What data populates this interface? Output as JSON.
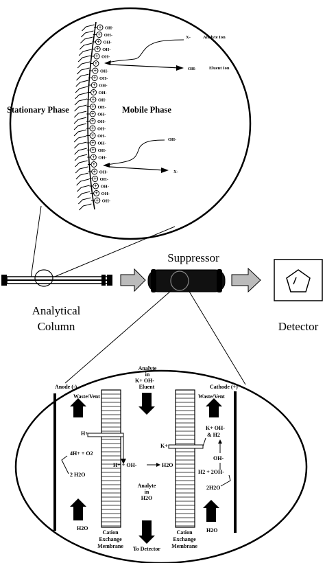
{
  "top_zoom": {
    "stationary_phase": "Stationary Phase",
    "mobile_phase": "Mobile Phase",
    "charge_plus": "+",
    "hydroxide": "OH-",
    "analyte_ion_symbol": "X-",
    "analyte_ion_label": "Analyte Ion",
    "eluent_ion_symbol": "OH-",
    "eluent_ion_label": "Eluent Ion",
    "lower_oh": "OH-",
    "lower_x": "X-"
  },
  "middle": {
    "suppressor": "Suppressor",
    "analytical_column_line1": "Analytical",
    "analytical_column_line2": "Column",
    "detector": "Detector"
  },
  "bottom_zoom": {
    "anode": "Anode (-)",
    "cathode": "Cathode (+)",
    "analyte_in_eluent_1": "Analyte",
    "analyte_in_eluent_2": "in",
    "analyte_in_eluent_3": "K+ OH-",
    "analyte_in_eluent_4": "Eluent",
    "waste_vent_left": "Waste/Vent",
    "waste_vent_right": "Waste/Vent",
    "h_plus_left": "H+",
    "four_h": "4H+ + O2",
    "two_h2o_left": "2 H2O",
    "h2o_left": "H2O",
    "center_reaction": "H+ + OH-",
    "center_product": "H2O",
    "k_plus": "K+",
    "koh_line1": "K+ OH-",
    "koh_line2": "& H2",
    "oh_minus_right": "OH-",
    "h2_2oh": "H2 + 2OH-",
    "two_h2o_right": "2H2O",
    "h2o_right": "H2O",
    "analyte_in_water_1": "Analyte",
    "analyte_in_water_2": "in",
    "analyte_in_water_3": "H2O",
    "to_detector": "To Detector",
    "membrane_left_1": "Cation",
    "membrane_left_2": "Exchange",
    "membrane_left_3": "Membrane",
    "membrane_right_1": "Cation",
    "membrane_right_2": "Exchange",
    "membrane_right_3": "Membrane"
  }
}
